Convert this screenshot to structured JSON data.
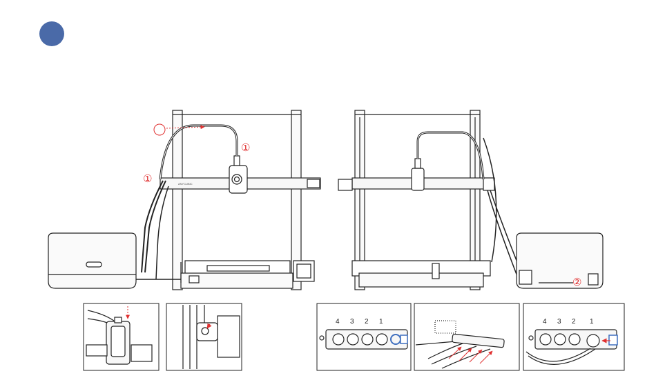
{
  "step": {
    "color": "#4a6aa8"
  },
  "callouts": {
    "front_one_a": "①",
    "front_one_b": "①",
    "back_two": "②"
  },
  "port_numbers": {
    "left": [
      "4",
      "3",
      "2",
      "1"
    ],
    "right": [
      "4",
      "3",
      "2",
      "1"
    ]
  },
  "colors": {
    "line": "#222222",
    "accent_red": "#e03030",
    "accent_blue": "#3f6fbf",
    "panel_fill": "#f3f3f3"
  }
}
